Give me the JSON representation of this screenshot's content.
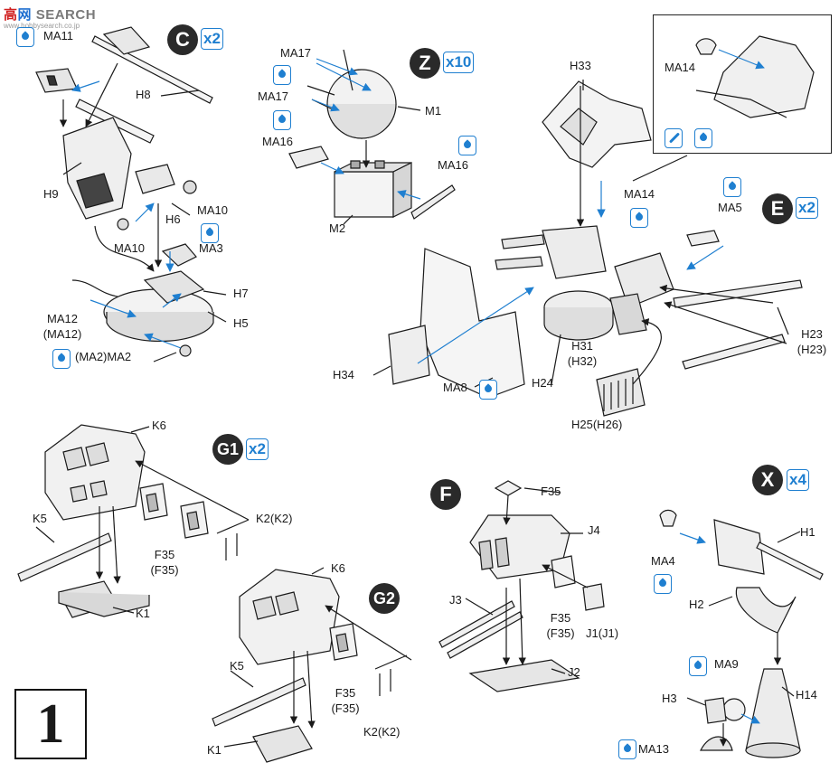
{
  "watermark": {
    "part_a": "高",
    "part_b": "网",
    "part_c": "SEARCH",
    "sub": "www.hobbysearch.co.jp"
  },
  "step_number": "1",
  "badges": [
    {
      "id": "C",
      "letter": "C",
      "qty": "x2"
    },
    {
      "id": "Z",
      "letter": "Z",
      "qty": "x10"
    },
    {
      "id": "E",
      "letter": "E",
      "qty": "x2"
    },
    {
      "id": "G1",
      "letter": "G1",
      "qty": "x2"
    },
    {
      "id": "G2",
      "letter": "G2",
      "qty": ""
    },
    {
      "id": "F",
      "letter": "F",
      "qty": ""
    },
    {
      "id": "X",
      "letter": "X",
      "qty": "x4"
    }
  ],
  "labels": {
    "c": {
      "ma11": "MA11",
      "h8": "H8",
      "h9": "H9",
      "h6": "H6",
      "ma10a": "MA10",
      "ma10b": "MA10",
      "ma3": "MA3",
      "h7": "H7",
      "h5": "H5",
      "ma12": "MA12",
      "ma12p": "(MA12)",
      "ma2": "(MA2)MA2"
    },
    "z": {
      "ma17a": "MA17",
      "ma17b": "MA17",
      "m1": "M1",
      "ma16a": "MA16",
      "ma16b": "MA16",
      "m2": "M2"
    },
    "e": {
      "h33": "H33",
      "ma14a": "MA14",
      "ma14b": "MA14",
      "ma5": "MA5",
      "h24": "H24",
      "h31": "H31",
      "h32": "(H32)",
      "h34": "H34",
      "ma8": "MA8",
      "h23": "H23",
      "h23p": "(H23)",
      "h25": "H25(H26)"
    },
    "g1": {
      "k6": "K6",
      "k5": "K5",
      "k1": "K1",
      "k2": "K2(K2)",
      "f35": "F35",
      "f35p": "(F35)"
    },
    "g2": {
      "k6": "K6",
      "k5": "K5",
      "k1": "K1",
      "k2": "K2(K2)",
      "f35": "F35",
      "f35p": "(F35)"
    },
    "f": {
      "f35top": "F35",
      "j4": "J4",
      "j3": "J3",
      "f35": "F35",
      "f35p": "(F35)",
      "j1": "J1(J1)",
      "j2": "J2"
    },
    "x": {
      "ma4": "MA4",
      "h1": "H1",
      "h2": "H2",
      "ma9": "MA9",
      "h3": "H3",
      "h14": "H14",
      "ma13": "MA13"
    }
  },
  "colors": {
    "ink": "#1a1a1a",
    "accent": "#1f7fd0",
    "badge": "#2a2a2a"
  }
}
